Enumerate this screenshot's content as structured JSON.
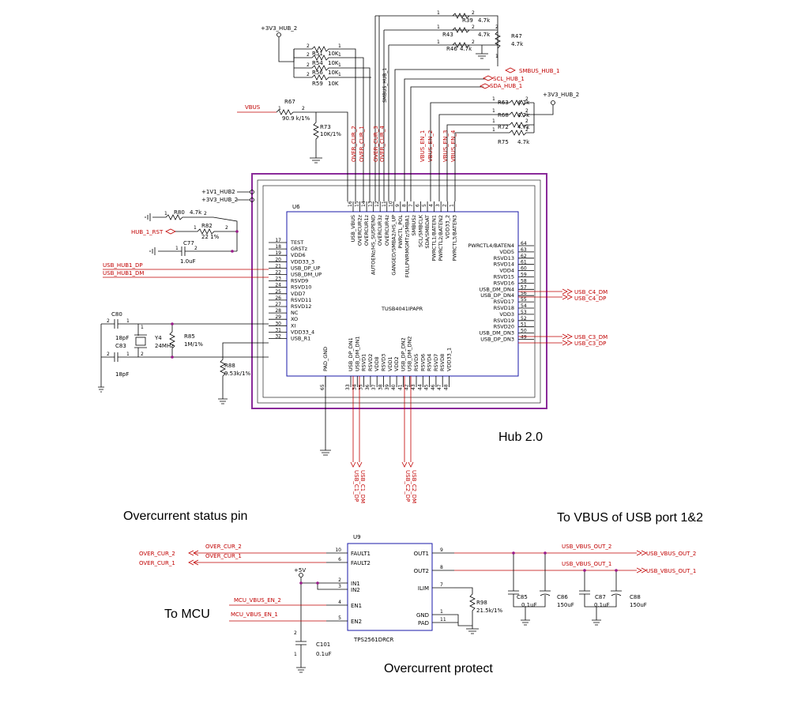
{
  "colors": {
    "wire": "#000000",
    "net": "#c00000",
    "frame": "#8a2a9a",
    "chip": "#1a1aa8"
  },
  "annotations": {
    "hub": "Hub 2.0",
    "overcurrent_status": "Overcurrent status pin",
    "to_vbus": "To VBUS of USB port 1&2",
    "to_mcu": "To MCU",
    "overcurrent_protect": "Overcurrent protect"
  },
  "u6": {
    "ref": "U6",
    "part": "TUSB4041IPAPR",
    "left_pins": [
      {
        "num": "17",
        "name": "TEST"
      },
      {
        "num": "18",
        "name": "GRSTz"
      },
      {
        "num": "19",
        "name": "VDD6"
      },
      {
        "num": "20",
        "name": "VDD33_3"
      },
      {
        "num": "21",
        "name": "USB_DP_UP"
      },
      {
        "num": "22",
        "name": "USB_DM_UP"
      },
      {
        "num": "23",
        "name": "RSVD9"
      },
      {
        "num": "24",
        "name": "RSVD10"
      },
      {
        "num": "25",
        "name": "VDD7"
      },
      {
        "num": "26",
        "name": "RSVD11"
      },
      {
        "num": "27",
        "name": "RSVD12"
      },
      {
        "num": "28",
        "name": "NC"
      },
      {
        "num": "29",
        "name": "XO"
      },
      {
        "num": "30",
        "name": "XI"
      },
      {
        "num": "31",
        "name": "VDD33_4"
      },
      {
        "num": "32",
        "name": "USB_R1"
      }
    ],
    "right_pins": [
      {
        "num": "64",
        "name": "PWRCTL4/BATEN4"
      },
      {
        "num": "63",
        "name": "VDD5"
      },
      {
        "num": "62",
        "name": "RSVD13"
      },
      {
        "num": "61",
        "name": "RSVD14"
      },
      {
        "num": "60",
        "name": "VDD4"
      },
      {
        "num": "59",
        "name": "RSVD15"
      },
      {
        "num": "58",
        "name": "RSVD16"
      },
      {
        "num": "57",
        "name": "USB_DM_DN4"
      },
      {
        "num": "56",
        "name": "USB_DP_DN4"
      },
      {
        "num": "55",
        "name": "RSVD17"
      },
      {
        "num": "54",
        "name": "RSVD18"
      },
      {
        "num": "53",
        "name": "VDD3"
      },
      {
        "num": "52",
        "name": "RSVD19"
      },
      {
        "num": "51",
        "name": "RSVD20"
      },
      {
        "num": "50",
        "name": "USB_DM_DN3"
      },
      {
        "num": "49",
        "name": "USB_DP_DN3"
      }
    ],
    "top_pins": [
      {
        "num": "16",
        "name": "USB_VBUS"
      },
      {
        "num": "15",
        "name": "OVERCUR2z"
      },
      {
        "num": "14",
        "name": "OVERCUR1z"
      },
      {
        "num": "13",
        "name": "AUTOENz/HS_SUSPEND"
      },
      {
        "num": "12",
        "name": "OVERCUR3z"
      },
      {
        "num": "11",
        "name": "OVERCUR4z"
      },
      {
        "num": "10",
        "name": "GANGED/SMBA2/HS_UP"
      },
      {
        "num": "9",
        "name": "PWRCTL_POL"
      },
      {
        "num": "8",
        "name": "FULLPWRMGMTz/SMBA1"
      },
      {
        "num": "7",
        "name": "SMBUSz"
      },
      {
        "num": "6",
        "name": "SCL/SMBCLK"
      },
      {
        "num": "5",
        "name": "SDA/SMBDAT"
      },
      {
        "num": "4",
        "name": "PWRCTL1/BATEN1"
      },
      {
        "num": "3",
        "name": "PWRCTL2/BATEN2"
      },
      {
        "num": "2",
        "name": "VDD33_2"
      },
      {
        "num": "1",
        "name": "PWRCTL3/BATEN3"
      }
    ],
    "bottom_pins": [
      {
        "num": "65",
        "name": "PAD_GND"
      },
      {
        "num": "33",
        "name": "USB_DP_DN1"
      },
      {
        "num": "34",
        "name": "USB_DM_DN1"
      },
      {
        "num": "35",
        "name": "RSVD1"
      },
      {
        "num": "36",
        "name": "RSVD2"
      },
      {
        "num": "37",
        "name": "VDD8"
      },
      {
        "num": "38",
        "name": "RSVD3"
      },
      {
        "num": "39",
        "name": "VDD1"
      },
      {
        "num": "40",
        "name": "VDD2"
      },
      {
        "num": "41",
        "name": "USB_DP_DN2"
      },
      {
        "num": "42",
        "name": "USB_DM_DN2"
      },
      {
        "num": "43",
        "name": "RSVD5"
      },
      {
        "num": "44",
        "name": "RSVD6"
      },
      {
        "num": "45",
        "name": "RSVD4"
      },
      {
        "num": "46",
        "name": "RSVD7"
      },
      {
        "num": "47",
        "name": "RSVD8"
      },
      {
        "num": "48",
        "name": "VDD33_1"
      }
    ]
  },
  "u9": {
    "ref": "U9",
    "part": "TPS2561DRCR",
    "left_pins": [
      {
        "num": "10",
        "name": "FAULT1"
      },
      {
        "num": "6",
        "name": "FAULT2"
      },
      {
        "num": "2",
        "name": "IN1"
      },
      {
        "num": "3",
        "name": "IN2"
      },
      {
        "num": "4",
        "name": "EN1"
      },
      {
        "num": "5",
        "name": "EN2"
      }
    ],
    "right_pins": [
      {
        "num": "9",
        "name": "OUT1"
      },
      {
        "num": "8",
        "name": "OUT2"
      },
      {
        "num": "7",
        "name": "ILIM"
      },
      {
        "num": "1",
        "name": "GND"
      },
      {
        "num": "11",
        "name": "PAD"
      }
    ]
  },
  "nets": {
    "v3v3_hub_2": "+3V3_HUB_2",
    "v1v1_hub2": "+1V1_HUB2",
    "vbus": "VBUS",
    "hub_1_rst": "HUB_1_RST",
    "usb_hub1_dp": "USB_HUB1_DP",
    "usb_hub1_dm": "USB_HUB1_DM",
    "usb_c4_dm": "USB_C4_DM",
    "usb_c4_dp": "USB_C4_DP",
    "usb_c3_dm": "USB_C3_DM",
    "usb_c3_dp": "USB_C3_DP",
    "usb_c1_dp": "USB_C1_DP",
    "usb_c1_dm": "USB_C1_DM",
    "usb_c2_dp": "USB_C2_DP",
    "usb_c2_dm": "USB_C2_DM",
    "smbus_hub_1": "SMBUS_HUB_1",
    "scl_hub_1": "SCL_HUB_1",
    "sda_hub_1": "SDA_HUB_1",
    "over_cur_2": "OVER_CUR_2",
    "over_cur_1": "OVER_CUR_1",
    "over_cur_2_lbl": "OVER_CUR_2",
    "over_cur_1_lbl": "OVER_CUR_1",
    "mcu_vbus_en_2": "MCU_VBUS_EN_2",
    "mcu_vbus_en_1": "MCU_VBUS_EN_1",
    "usb_vbus_out_2": "USB_VBUS_OUT_2",
    "usb_vbus_out_1": "USB_VBUS_OUT_1",
    "usb_vbus_out_2_lbl": "USB_VBUS_OUT_2",
    "usb_vbus_out_1_lbl": "USB_VBUS_OUT_1",
    "p5v": "+5V",
    "top_vert": [
      "OVER_CUR_2",
      "OVER_CUR_1",
      "OVER_CUR_3",
      "OVER_CUR_4",
      "VBUS_EN_1",
      "VBUS_EN_2",
      "VBUS_EN_3",
      "VBUS_EN_4"
    ],
    "smbus_vert": "SMBUS_HUB_1"
  },
  "components": {
    "resistors": [
      {
        "ref": "R39",
        "value": "4.7k"
      },
      {
        "ref": "R43",
        "value": "4.7k"
      },
      {
        "ref": "R46",
        "value": "4.7k"
      },
      {
        "ref": "R47",
        "value": "4.7k"
      },
      {
        "ref": "R51",
        "value": "10K"
      },
      {
        "ref": "R54",
        "value": "10K"
      },
      {
        "ref": "R56",
        "value": "10K"
      },
      {
        "ref": "R59",
        "value": "10K"
      },
      {
        "ref": "R67",
        "value": "90.9 k/1%"
      },
      {
        "ref": "R73",
        "value": "10K/1%"
      },
      {
        "ref": "R63",
        "value": "4.7k"
      },
      {
        "ref": "R68",
        "value": "4.7k"
      },
      {
        "ref": "R72",
        "value": "4.7k"
      },
      {
        "ref": "R75",
        "value": "4.7k"
      },
      {
        "ref": "R80",
        "value": "4.7k"
      },
      {
        "ref": "R82",
        "value": "22 1%"
      },
      {
        "ref": "R85",
        "value": "1M/1%"
      },
      {
        "ref": "R88",
        "value": "9.53k/1%"
      },
      {
        "ref": "R98",
        "value": "21.5k/1%"
      }
    ],
    "capacitors": [
      {
        "ref": "C77",
        "value": "1.0uF"
      },
      {
        "ref": "C80",
        "value": "18pF"
      },
      {
        "ref": "C83",
        "value": "18pF"
      },
      {
        "ref": "C85",
        "value": "0.1uF"
      },
      {
        "ref": "C86",
        "value": "150uF"
      },
      {
        "ref": "C87",
        "value": "0.1uF"
      },
      {
        "ref": "C88",
        "value": "150uF"
      },
      {
        "ref": "C101",
        "value": "0.1uF"
      }
    ],
    "crystal": {
      "ref": "Y4",
      "value": "24MHz"
    }
  }
}
